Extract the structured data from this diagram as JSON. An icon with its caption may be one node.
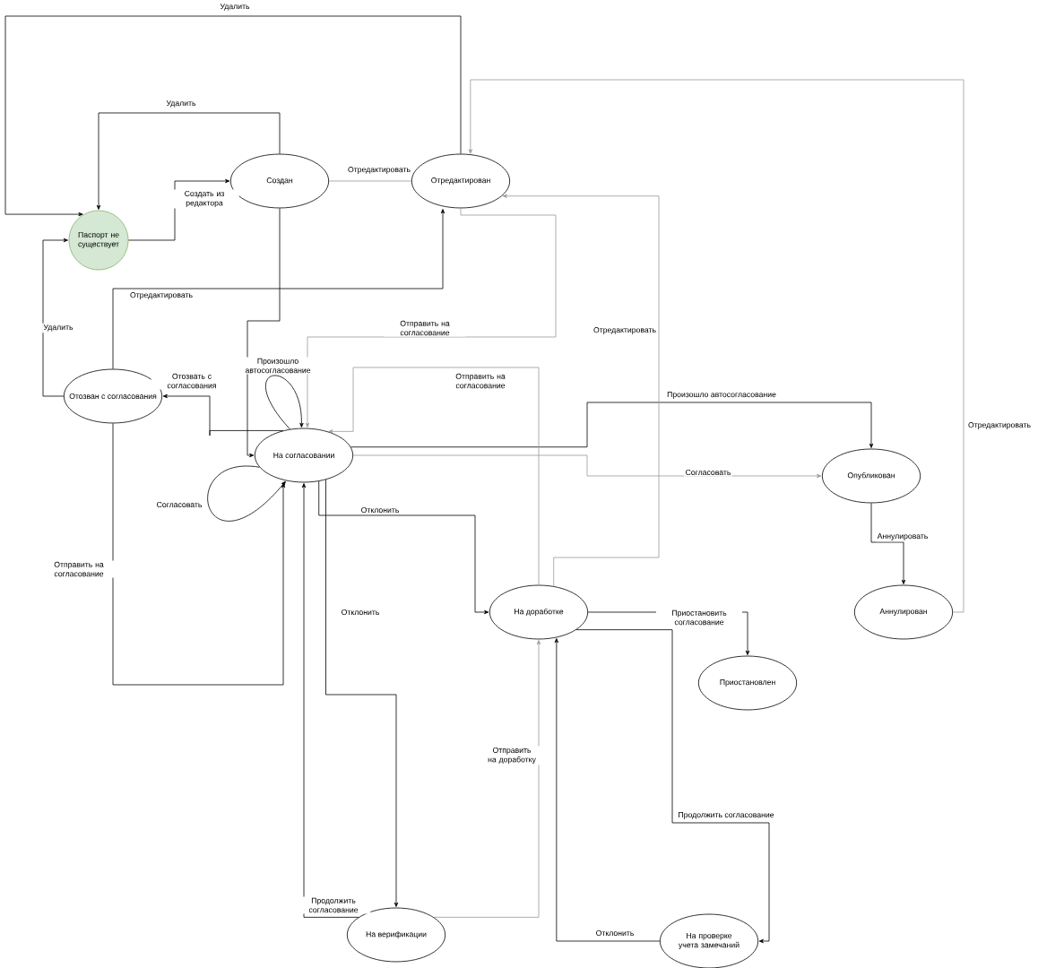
{
  "diagram": {
    "nodes": [
      {
        "text": [
          "Паспорт не существует"
        ]
      },
      {
        "text": [
          "Создан"
        ]
      },
      {
        "text": [
          "Отредактирован"
        ]
      },
      {
        "text": [
          "Отозван с согласования"
        ]
      },
      {
        "text": [
          "На согласовании"
        ]
      },
      {
        "text": [
          "Опубликован"
        ]
      },
      {
        "text": [
          "На доработке"
        ]
      },
      {
        "text": [
          "Аннулирован"
        ]
      },
      {
        "text": [
          "Приостановлен"
        ]
      },
      {
        "text": [
          "На верификации"
        ]
      },
      {
        "text": [
          "На проверке учета замечаний"
        ]
      }
    ],
    "edges": [
      {
        "from": 0,
        "to": 1,
        "arrow": "to",
        "label": "Создать из редактора"
      },
      {
        "from": 1,
        "to": 0,
        "arrow": "to",
        "label": "Удалить"
      },
      {
        "from": 2,
        "to": 0,
        "arrow": "to",
        "label": "Удалить"
      },
      {
        "from": 1,
        "to": 2,
        "arrow": "none",
        "label": "Отредактировать",
        "color": "#999999"
      },
      {
        "from": 3,
        "to": 2,
        "arrow": "to",
        "label": "Отредактировать"
      },
      {
        "from": 3,
        "to": 0,
        "arrow": "to",
        "label": "Удалить"
      },
      {
        "from": 2,
        "to": 4,
        "arrow": "to",
        "label": "Отправить на согласование",
        "color": "#999999"
      },
      {
        "from": 1,
        "to": 4,
        "arrow": "to"
      },
      {
        "from": 4,
        "to": 3,
        "arrow": "to",
        "label": "Отозвать с согласования"
      },
      {
        "from": 4,
        "to": 4,
        "arrow": "to",
        "label": "Произошло автосогласование"
      },
      {
        "from": 4,
        "to": 4,
        "arrow": "to",
        "label": "Согласовать"
      },
      {
        "from": 3,
        "to": 4,
        "arrow": "to",
        "label": "Отправить на согласование"
      },
      {
        "from": 4,
        "to": 5,
        "arrow": "to",
        "label": "Произошло автосогласование"
      },
      {
        "from": 4,
        "to": 5,
        "arrow": "to",
        "label": "Согласовать",
        "color": "#999999"
      },
      {
        "from": 4,
        "to": 6,
        "arrow": "to",
        "label": "Отклонить"
      },
      {
        "from": 4,
        "to": 9,
        "arrow": "to",
        "label": "Отклонить"
      },
      {
        "from": 9,
        "to": 4,
        "arrow": "to",
        "label": "Продолжить согласование"
      },
      {
        "from": 9,
        "to": 6,
        "arrow": "to",
        "label": "Отправить на доработку",
        "color": "#999999"
      },
      {
        "from": 6,
        "to": 4,
        "arrow": "to",
        "label": "Отправить на согласование",
        "color": "#999999"
      },
      {
        "from": 6,
        "to": 2,
        "arrow": "to",
        "label": "Отредактировать",
        "color": "#999999"
      },
      {
        "from": 6,
        "to": 8,
        "arrow": "to",
        "label": "Приостановить согласование"
      },
      {
        "from": 6,
        "to": 10,
        "arrow": "to",
        "label": "Продолжить согласование"
      },
      {
        "from": 10,
        "to": 6,
        "arrow": "to",
        "label": "Отклонить"
      },
      {
        "from": 5,
        "to": 7,
        "arrow": "to",
        "label": "Аннулировать"
      },
      {
        "from": 7,
        "to": 2,
        "arrow": "to",
        "label": "Отредактировать",
        "color": "#999999"
      }
    ]
  }
}
